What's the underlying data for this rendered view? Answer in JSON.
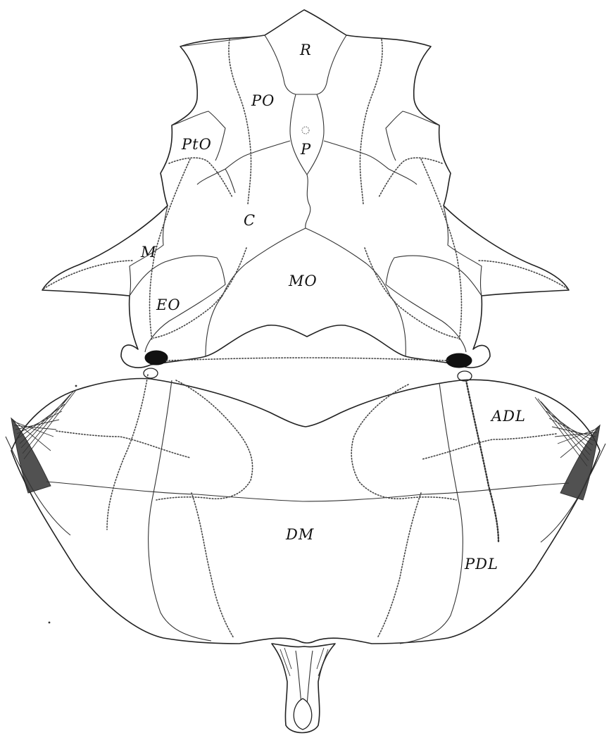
{
  "labels": {
    "r": "R",
    "po": "PO",
    "p": "P",
    "pto": "PtO",
    "c": "C",
    "m": "M",
    "mo": "MO",
    "eo": "EO",
    "adl": "ADL",
    "dm": "DM",
    "pdl": "PDL"
  }
}
